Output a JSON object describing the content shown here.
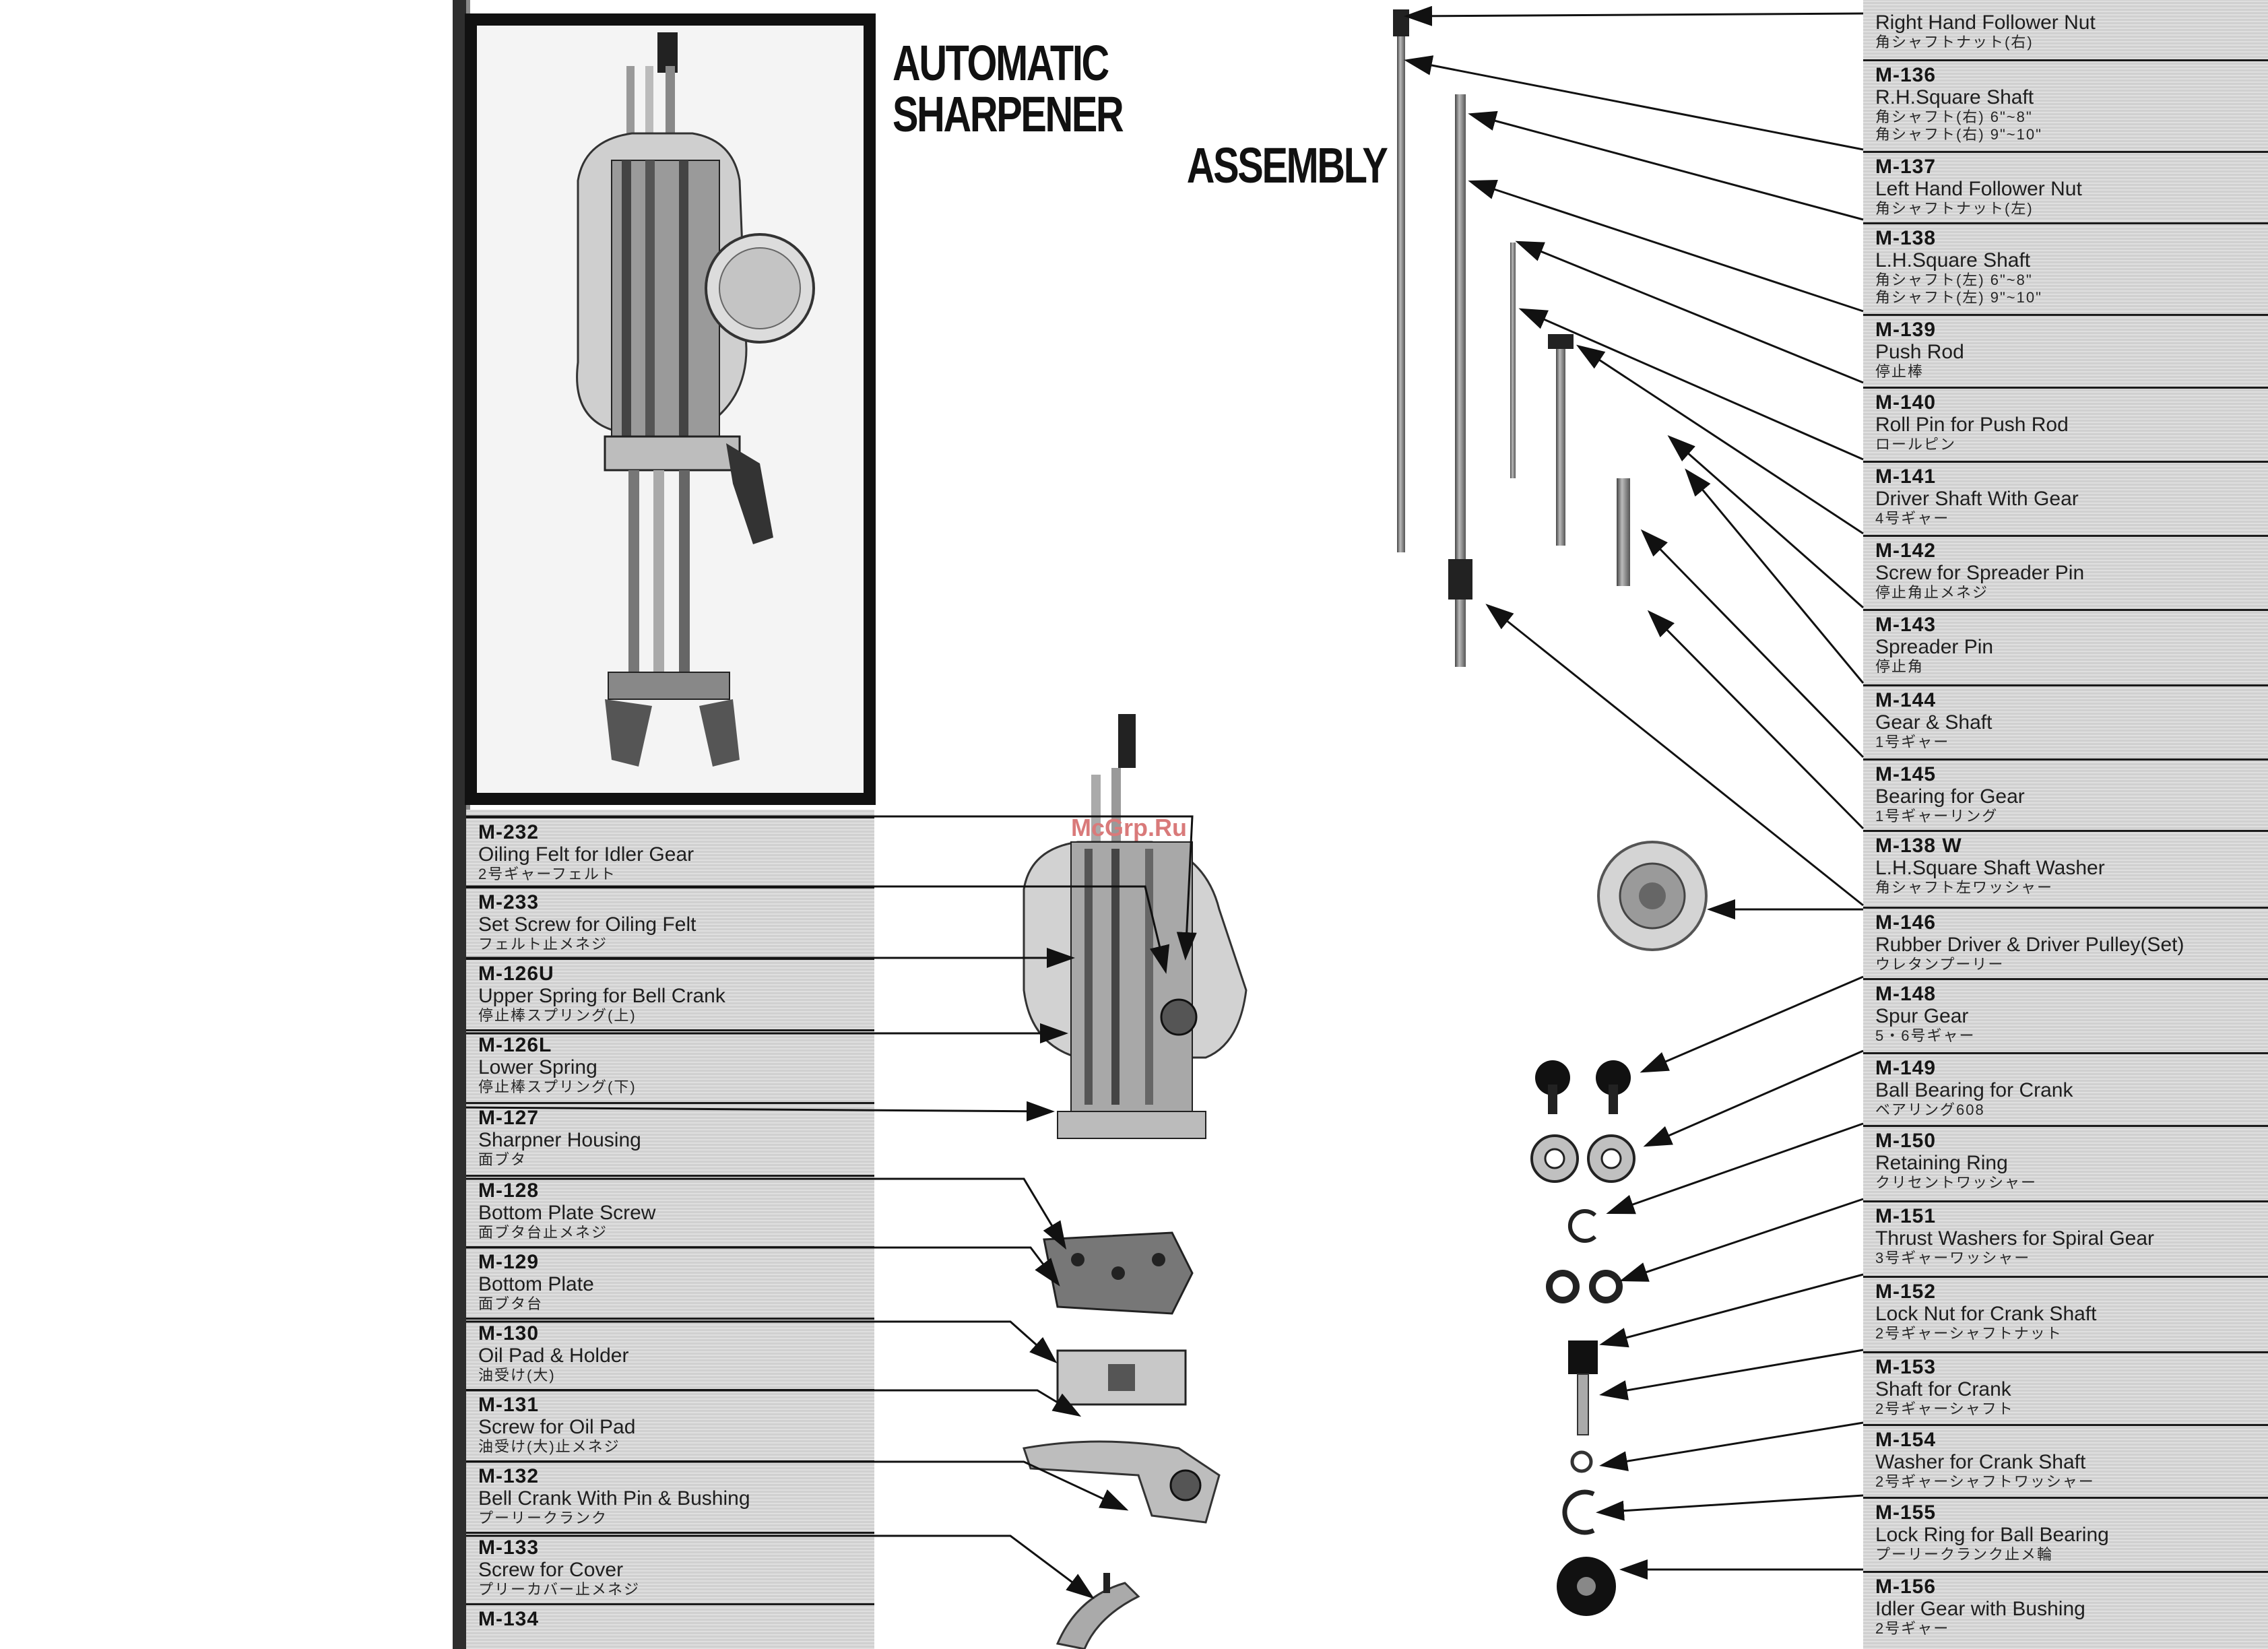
{
  "title": {
    "line1": "AUTOMATIC SHARPENER",
    "line2": "ASSEMBLY"
  },
  "watermark": "McGrp.Ru",
  "left_parts": [
    {
      "code": "M-232",
      "name": "Oiling Felt for Idler Gear",
      "ja": "2号ギャーフェルト"
    },
    {
      "code": "M-233",
      "name": "Set Screw for Oiling Felt",
      "ja": "フェルト止メネジ"
    },
    {
      "code": "M-126U",
      "name": "Upper Spring for Bell Crank",
      "ja": "停止棒スプリング(上)"
    },
    {
      "code": "M-126L",
      "name": "Lower Spring",
      "ja": "停止棒スプリング(下)"
    },
    {
      "code": "M-127",
      "name": "Sharpner Housing",
      "ja": "面ブタ"
    },
    {
      "code": "M-128",
      "name": "Bottom Plate Screw",
      "ja": "面ブタ台止メネジ"
    },
    {
      "code": "M-129",
      "name": "Bottom Plate",
      "ja": "面ブタ台"
    },
    {
      "code": "M-130",
      "name": "Oil Pad & Holder",
      "ja": "油受け(大)"
    },
    {
      "code": "M-131",
      "name": "Screw for Oil Pad",
      "ja": "油受け(大)止メネジ"
    },
    {
      "code": "M-132",
      "name": "Bell Crank With Pin & Bushing",
      "ja": "プーリークランク"
    },
    {
      "code": "M-133",
      "name": "Screw for Cover",
      "ja": "プリーカバー止メネジ"
    },
    {
      "code": "M-134",
      "name": "",
      "ja": ""
    }
  ],
  "right_parts": [
    {
      "code": "",
      "name": "Right Hand Follower Nut",
      "ja": "角シャフトナット(右)"
    },
    {
      "code": "M-136",
      "name": "R.H.Square Shaft",
      "ja": "角シャフト(右) 6\"~8\"",
      "ja2": "角シャフト(右) 9\"~10\""
    },
    {
      "code": "M-137",
      "name": "Left Hand Follower Nut",
      "ja": "角シャフトナット(左)"
    },
    {
      "code": "M-138",
      "name": "L.H.Square Shaft",
      "ja": "角シャフト(左) 6\"~8\"",
      "ja2": "角シャフト(左) 9\"~10\""
    },
    {
      "code": "M-139",
      "name": "Push Rod",
      "ja": "停止棒"
    },
    {
      "code": "M-140",
      "name": "Roll Pin for Push Rod",
      "ja": "ロールピン"
    },
    {
      "code": "M-141",
      "name": "Driver Shaft With Gear",
      "ja": "4号ギャー"
    },
    {
      "code": "M-142",
      "name": "Screw for Spreader Pin",
      "ja": "停止角止メネジ"
    },
    {
      "code": "M-143",
      "name": "Spreader Pin",
      "ja": "停止角"
    },
    {
      "code": "M-144",
      "name": "Gear & Shaft",
      "ja": "1号ギャー"
    },
    {
      "code": "M-145",
      "name": "Bearing for Gear",
      "ja": "1号ギャーリング"
    },
    {
      "code": "M-138 W",
      "name": "L.H.Square Shaft Washer",
      "ja": "角シャフト左ワッシャー"
    },
    {
      "code": "M-146",
      "name": "Rubber Driver & Driver Pulley(Set)",
      "ja": "ウレタンプーリー"
    },
    {
      "code": "M-148",
      "name": "Spur Gear",
      "ja": "5・6号ギャー"
    },
    {
      "code": "M-149",
      "name": "Ball Bearing for Crank",
      "ja": "ベアリング608"
    },
    {
      "code": "M-150",
      "name": "Retaining Ring",
      "ja": "クリセントワッシャー"
    },
    {
      "code": "M-151",
      "name": "Thrust Washers for Spiral Gear",
      "ja": "3号ギャーワッシャー"
    },
    {
      "code": "M-152",
      "name": "Lock Nut for Crank Shaft",
      "ja": "2号ギャーシャフトナット"
    },
    {
      "code": "M-153",
      "name": "Shaft for Crank",
      "ja": "2号ギャーシャフト"
    },
    {
      "code": "M-154",
      "name": "Washer for Crank Shaft",
      "ja": "2号ギャーシャフトワッシャー"
    },
    {
      "code": "M-155",
      "name": "Lock Ring for Ball Bearing",
      "ja": "プーリークランク止メ輪"
    },
    {
      "code": "M-156",
      "name": "Idler Gear with Bushing",
      "ja": "2号ギャー"
    }
  ]
}
